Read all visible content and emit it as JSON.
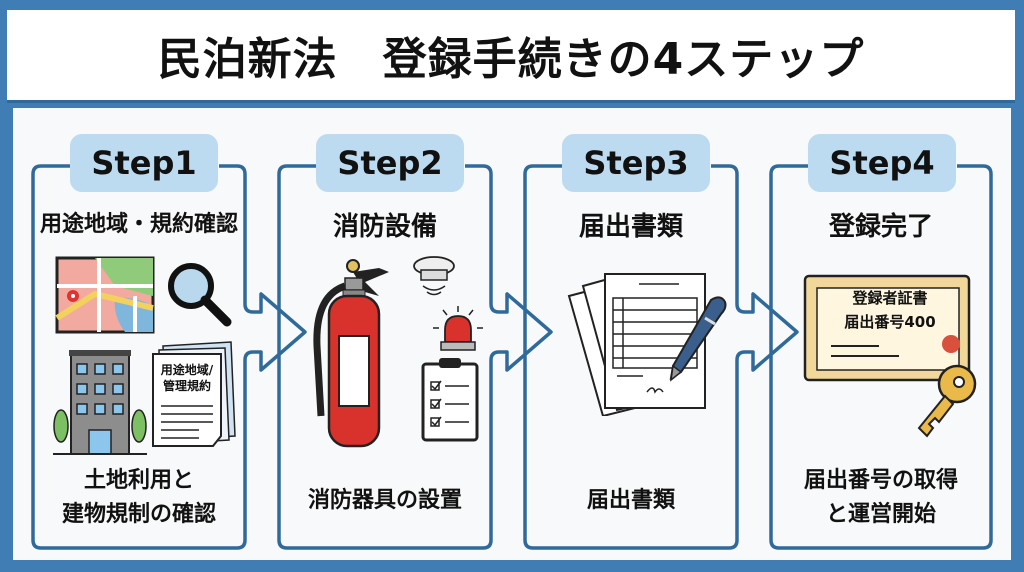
{
  "title": "民泊新法　登録手続きの4ステップ",
  "colors": {
    "border": "#2f6a9a",
    "tag": "#bcdaf0",
    "background": "#3f7db4"
  },
  "steps": [
    {
      "tag": "Step1",
      "heading": "用途地域・規約確認",
      "caption_lines": [
        "土地利用と",
        "建物規制の確認"
      ],
      "doc_label": [
        "用途地域/",
        "管理規約"
      ],
      "icons": [
        "map-icon",
        "magnifier-icon",
        "building-icon",
        "document-icon"
      ]
    },
    {
      "tag": "Step2",
      "heading": "消防設備",
      "caption_lines": [
        "消防器具の設置"
      ],
      "icons": [
        "fire-extinguisher-icon",
        "smoke-detector-icon",
        "alarm-light-icon",
        "checklist-icon"
      ]
    },
    {
      "tag": "Step3",
      "heading": "届出書類",
      "caption_lines": [
        "届出書類"
      ],
      "icons": [
        "documents-icon",
        "pen-icon"
      ]
    },
    {
      "tag": "Step4",
      "heading": "登録完了",
      "caption_lines": [
        "届出番号の取得",
        "と運営開始"
      ],
      "cert_label": [
        "登録者証書",
        "届出番号400"
      ],
      "icons": [
        "certificate-icon",
        "key-icon"
      ]
    }
  ]
}
